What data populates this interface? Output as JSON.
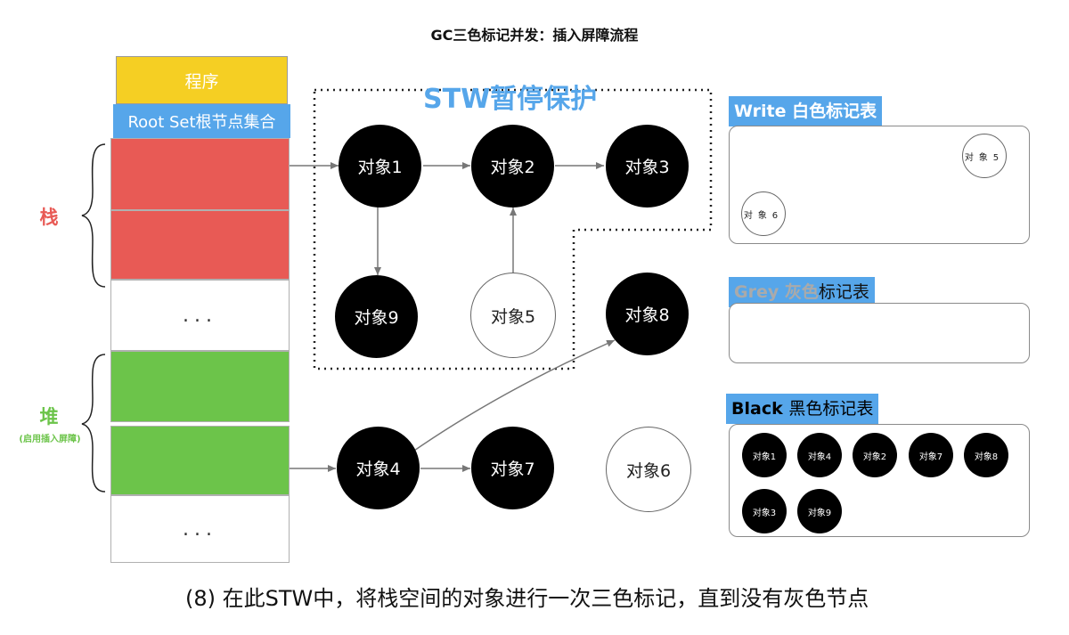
{
  "title": "GC三色标记并发：插入屏障流程",
  "caption": "(8) 在此STW中，将栈空间的对象进行一次三色标记，直到没有灰色节点",
  "stack_column": {
    "program_label": "程序",
    "root_set_label": "Root Set根节点集合",
    "ellipsis_top": "...",
    "ellipsis_bottom": "..."
  },
  "stack_label": "栈",
  "heap_label": "堆",
  "heap_note": "(启用插入屏障)",
  "stw_label": "STW暂停保护",
  "nodes": {
    "obj1": "对象1",
    "obj2": "对象2",
    "obj3": "对象3",
    "obj9": "对象9",
    "obj5": "对象5",
    "obj8": "对象8",
    "obj4": "对象4",
    "obj7": "对象7",
    "obj6": "对象6"
  },
  "white_table": {
    "title_bold": "Write",
    "title_rest": "白色标记表",
    "items": [
      "对象5",
      "对象6"
    ]
  },
  "grey_table": {
    "title_bold": "Grey",
    "title_grey": "灰色",
    "title_rest": "标记表",
    "items": []
  },
  "black_table": {
    "title_bold": "Black",
    "title_rest": "黑色标记表",
    "items": [
      "对象1",
      "对象4",
      "对象2",
      "对象7",
      "对象8",
      "对象3",
      "对象9"
    ]
  },
  "colors": {
    "program": "#f5cf23",
    "root_set": "#56a6ea",
    "stack_red": "#e85a55",
    "heap_green": "#6cc44a",
    "stw_blue": "#56a6ea",
    "stack_label": "#e85a55",
    "heap_label": "#6cc44a",
    "grey_text": "#aaaaaa"
  }
}
